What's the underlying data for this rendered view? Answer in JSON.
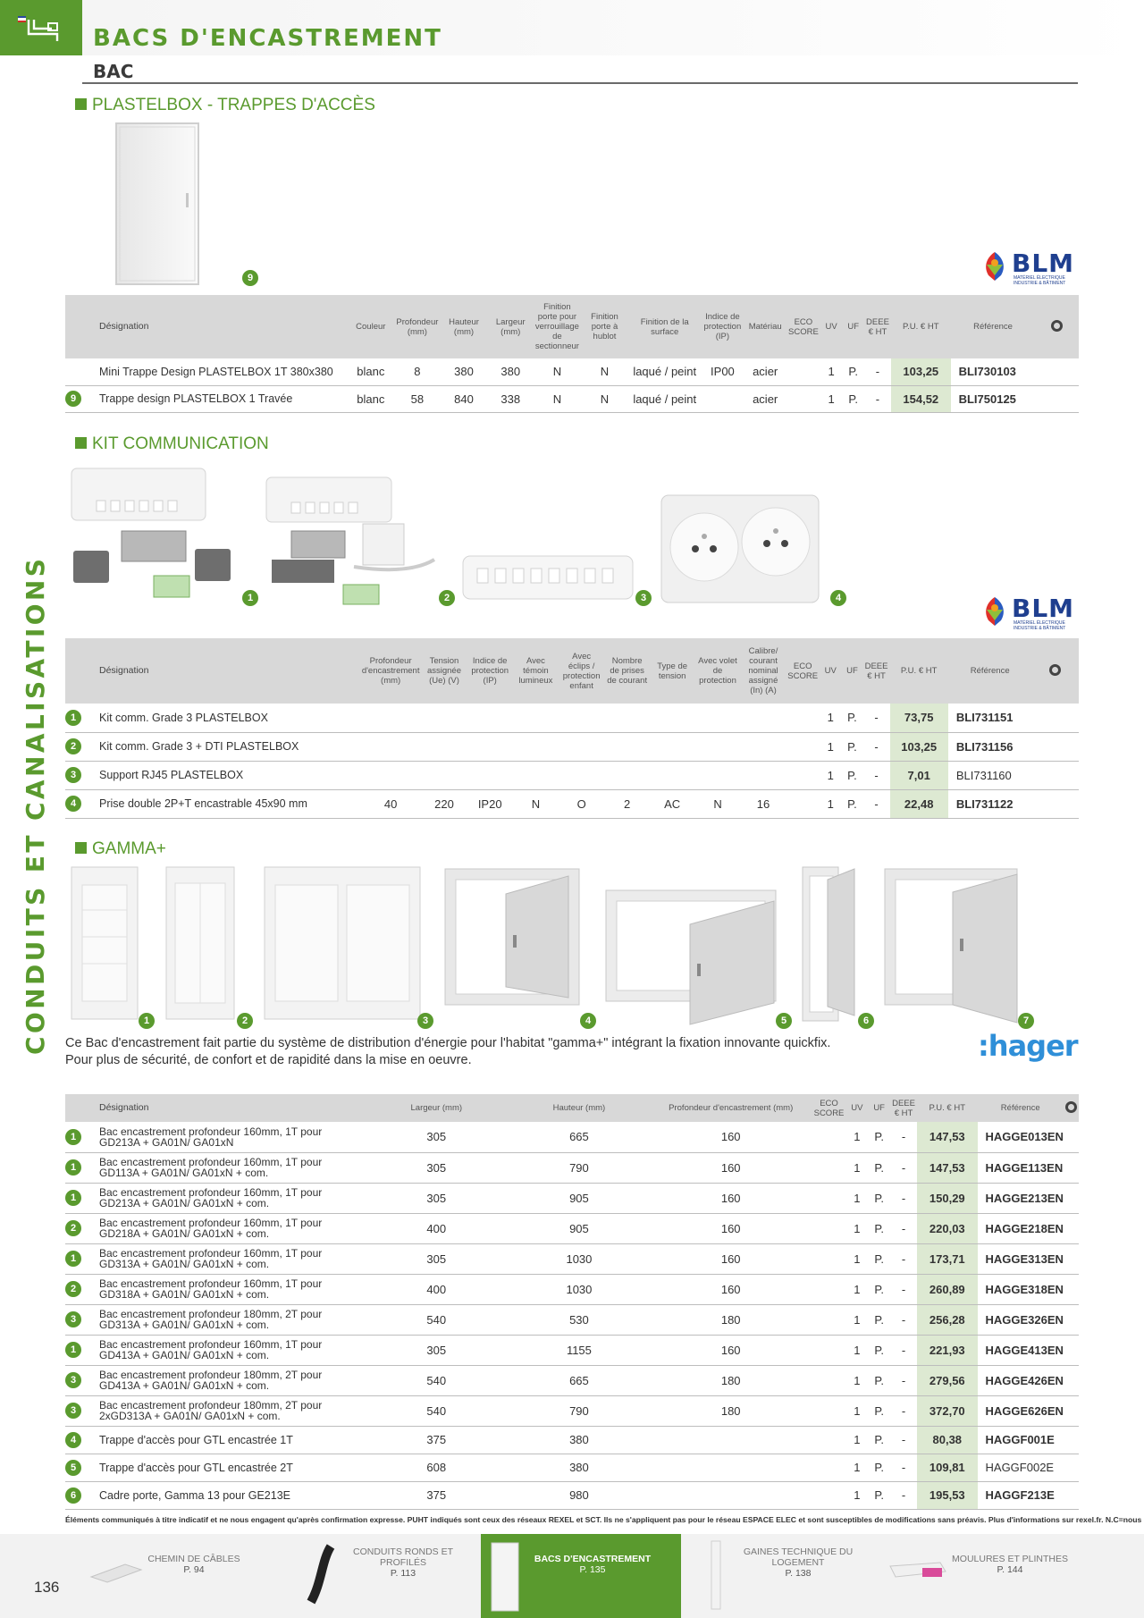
{
  "header": {
    "title": "BACS D'ENCASTREMENT",
    "subtitle": "BAC"
  },
  "side_label": "CONDUITS ET CANALISATIONS",
  "sections": {
    "plastelbox": {
      "title": "PLASTELBOX - TRAPPES D'ACCÈS",
      "image_badges": [
        "9"
      ],
      "headers": [
        "Désignation",
        "Couleur",
        "Profondeur (mm)",
        "Hauteur (mm)",
        "Largeur (mm)",
        "Finition porte pour verrouillage de sectionneur",
        "Finition porte à hublot",
        "Finition de la surface",
        "Indice de protection (IP)",
        "Matériau",
        "ECO SCORE",
        "UV",
        "UF",
        "DEEE € HT",
        "P.U. € HT",
        "Référence"
      ],
      "rows": [
        {
          "badge": "",
          "designation": "Mini Trappe Design PLASTELBOX 1T 380x380",
          "couleur": "blanc",
          "profondeur": "8",
          "hauteur": "380",
          "largeur": "380",
          "verrouillage": "N",
          "hublot": "N",
          "surface": "laqué / peint",
          "ip": "IP00",
          "materiau": "acier",
          "eco": "",
          "uv": "1",
          "uf": "P.",
          "deee": "-",
          "price": "103,25",
          "ref": "BLI730103"
        },
        {
          "badge": "9",
          "designation": "Trappe design PLASTELBOX 1 Travée",
          "couleur": "blanc",
          "profondeur": "58",
          "hauteur": "840",
          "largeur": "338",
          "verrouillage": "N",
          "hublot": "N",
          "surface": "laqué / peint",
          "ip": "",
          "materiau": "acier",
          "eco": "",
          "uv": "1",
          "uf": "P.",
          "deee": "-",
          "price": "154,52",
          "ref": "BLI750125"
        }
      ]
    },
    "kit": {
      "title": "KIT COMMUNICATION",
      "image_badges": [
        "1",
        "2",
        "3",
        "4"
      ],
      "headers": [
        "Désignation",
        "Profondeur d'encastrement (mm)",
        "Tension assignée (Ue) (V)",
        "Indice de protection (IP)",
        "Avec témoin lumineux",
        "Avec éclips / protection enfant",
        "Nombre de prises de courant",
        "Type de tension",
        "Avec volet de protection",
        "Calibre/ courant nominal assigné (In) (A)",
        "ECO SCORE",
        "UV",
        "UF",
        "DEEE € HT",
        "P.U. € HT",
        "Référence"
      ],
      "rows": [
        {
          "badge": "1",
          "designation": "Kit comm. Grade 3 PLASTELBOX",
          "prof": "",
          "tension": "",
          "ip": "",
          "temoin": "",
          "eclips": "",
          "nb": "",
          "type": "",
          "volet": "",
          "calibre": "",
          "eco": "",
          "uv": "1",
          "uf": "P.",
          "deee": "-",
          "price": "73,75",
          "ref": "BLI731151",
          "ref_bold": true
        },
        {
          "badge": "2",
          "designation": "Kit comm. Grade 3 + DTI PLASTELBOX",
          "prof": "",
          "tension": "",
          "ip": "",
          "temoin": "",
          "eclips": "",
          "nb": "",
          "type": "",
          "volet": "",
          "calibre": "",
          "eco": "",
          "uv": "1",
          "uf": "P.",
          "deee": "-",
          "price": "103,25",
          "ref": "BLI731156",
          "ref_bold": true
        },
        {
          "badge": "3",
          "designation": "Support RJ45 PLASTELBOX",
          "prof": "",
          "tension": "",
          "ip": "",
          "temoin": "",
          "eclips": "",
          "nb": "",
          "type": "",
          "volet": "",
          "calibre": "",
          "eco": "",
          "uv": "1",
          "uf": "P.",
          "deee": "-",
          "price": "7,01",
          "ref": "BLI731160",
          "ref_bold": false
        },
        {
          "badge": "4",
          "designation": "Prise double 2P+T encastrable 45x90 mm",
          "prof": "40",
          "tension": "220",
          "ip": "IP20",
          "temoin": "N",
          "eclips": "O",
          "nb": "2",
          "type": "AC",
          "volet": "N",
          "calibre": "16",
          "eco": "",
          "uv": "1",
          "uf": "P.",
          "deee": "-",
          "price": "22,48",
          "ref": "BLI731122",
          "ref_bold": true
        }
      ]
    },
    "gamma": {
      "title": "GAMMA+",
      "image_badges": [
        "1",
        "2",
        "3",
        "4",
        "5",
        "6",
        "7"
      ],
      "description_1": "Ce Bac d'encastrement fait partie du système de distribution d'énergie pour l'habitat \"gamma+\" intégrant la fixation innovante quickfix.",
      "description_2": "Pour plus de sécurité, de confort et de rapidité dans la mise en oeuvre.",
      "headers": [
        "Désignation",
        "Largeur (mm)",
        "Hauteur (mm)",
        "Profondeur d'encastrement (mm)",
        "ECO SCORE",
        "UV",
        "UF",
        "DEEE € HT",
        "P.U. € HT",
        "Référence"
      ],
      "rows": [
        {
          "badge": "1",
          "designation": "Bac encastrement profondeur 160mm, 1T pour GD213A + GA01N/ GA01xN",
          "largeur": "305",
          "hauteur": "665",
          "profondeur": "160",
          "eco": "",
          "uv": "1",
          "uf": "P.",
          "deee": "-",
          "price": "147,53",
          "ref": "HAGGE013EN",
          "ref_bold": true
        },
        {
          "badge": "1",
          "designation": "Bac encastrement profondeur 160mm, 1T pour GD113A + GA01N/ GA01xN + com.",
          "largeur": "305",
          "hauteur": "790",
          "profondeur": "160",
          "eco": "",
          "uv": "1",
          "uf": "P.",
          "deee": "-",
          "price": "147,53",
          "ref": "HAGGE113EN",
          "ref_bold": true
        },
        {
          "badge": "1",
          "designation": "Bac encastrement profondeur 160mm, 1T pour GD213A + GA01N/ GA01xN + com.",
          "largeur": "305",
          "hauteur": "905",
          "profondeur": "160",
          "eco": "",
          "uv": "1",
          "uf": "P.",
          "deee": "-",
          "price": "150,29",
          "ref": "HAGGE213EN",
          "ref_bold": true
        },
        {
          "badge": "2",
          "designation": "Bac encastrement profondeur 160mm, 1T pour GD218A + GA01N/ GA01xN + com.",
          "largeur": "400",
          "hauteur": "905",
          "profondeur": "160",
          "eco": "",
          "uv": "1",
          "uf": "P.",
          "deee": "-",
          "price": "220,03",
          "ref": "HAGGE218EN",
          "ref_bold": true
        },
        {
          "badge": "1",
          "designation": "Bac encastrement profondeur 160mm, 1T  pour GD313A + GA01N/ GA01xN + com.",
          "largeur": "305",
          "hauteur": "1030",
          "profondeur": "160",
          "eco": "",
          "uv": "1",
          "uf": "P.",
          "deee": "-",
          "price": "173,71",
          "ref": "HAGGE313EN",
          "ref_bold": true
        },
        {
          "badge": "2",
          "designation": "Bac encastrement profondeur 160mm, 1T pour GD318A + GA01N/ GA01xN + com.",
          "largeur": "400",
          "hauteur": "1030",
          "profondeur": "160",
          "eco": "",
          "uv": "1",
          "uf": "P.",
          "deee": "-",
          "price": "260,89",
          "ref": "HAGGE318EN",
          "ref_bold": true
        },
        {
          "badge": "3",
          "designation": "Bac encastrement profondeur 180mm, 2T pour GD313A + GA01N/ GA01xN + com.",
          "largeur": "540",
          "hauteur": "530",
          "profondeur": "180",
          "eco": "",
          "uv": "1",
          "uf": "P.",
          "deee": "-",
          "price": "256,28",
          "ref": "HAGGE326EN",
          "ref_bold": true
        },
        {
          "badge": "1",
          "designation": "Bac encastrement profondeur 160mm, 1T pour GD413A + GA01N/ GA01xN + com.",
          "largeur": "305",
          "hauteur": "1155",
          "profondeur": "160",
          "eco": "",
          "uv": "1",
          "uf": "P.",
          "deee": "-",
          "price": "221,93",
          "ref": "HAGGE413EN",
          "ref_bold": true
        },
        {
          "badge": "3",
          "designation": "Bac encastrement profondeur 180mm, 2T pour GD413A + GA01N/ GA01xN + com.",
          "largeur": "540",
          "hauteur": "665",
          "profondeur": "180",
          "eco": "",
          "uv": "1",
          "uf": "P.",
          "deee": "-",
          "price": "279,56",
          "ref": "HAGGE426EN",
          "ref_bold": true
        },
        {
          "badge": "3",
          "designation": "Bac encastrement profondeur 180mm, 2T pour 2xGD313A + GA01N/ GA01xN + com.",
          "largeur": "540",
          "hauteur": "790",
          "profondeur": "180",
          "eco": "",
          "uv": "1",
          "uf": "P.",
          "deee": "-",
          "price": "372,70",
          "ref": "HAGGE626EN",
          "ref_bold": true
        },
        {
          "badge": "4",
          "designation": "Trappe d'accès pour GTL encastrée 1T",
          "largeur": "375",
          "hauteur": "380",
          "profondeur": "",
          "eco": "",
          "uv": "1",
          "uf": "P.",
          "deee": "-",
          "price": "80,38",
          "ref": "HAGGF001E",
          "ref_bold": true
        },
        {
          "badge": "5",
          "designation": "Trappe d'accès pour GTL encastrée 2T",
          "largeur": "608",
          "hauteur": "380",
          "profondeur": "",
          "eco": "",
          "uv": "1",
          "uf": "P.",
          "deee": "-",
          "price": "109,81",
          "ref": "HAGGF002E",
          "ref_bold": false
        },
        {
          "badge": "6",
          "designation": "Cadre porte, Gamma 13 pour GE213E",
          "largeur": "375",
          "hauteur": "980",
          "profondeur": "",
          "eco": "",
          "uv": "1",
          "uf": "P.",
          "deee": "-",
          "price": "195,53",
          "ref": "HAGGF213E",
          "ref_bold": true
        }
      ]
    }
  },
  "brands": {
    "blm": {
      "name": "BLM",
      "tagline": "MATÉRIEL ÉLECTRIQUE INDUSTRIE & BÂTIMENT"
    },
    "hager": ":hager"
  },
  "footnote": "Éléments communiqués à titre indicatif et ne nous engagent qu'après confirmation expresse. PUHT indiqués sont ceux des réseaux REXEL et SCT. Ils ne s'appliquent pas pour le réseau ESPACE ELEC et sont susceptibles de modifications sans préavis. Plus d'informations sur rexel.fr. N.C=nous consulter.",
  "footer": {
    "page_number": "136",
    "nav": [
      {
        "label": "CHEMIN DE CÂBLES",
        "page": "P. 94",
        "active": false
      },
      {
        "label": "CONDUITS RONDS ET PROFILÉS",
        "page": "P. 113",
        "active": false
      },
      {
        "label": "BACS D'ENCASTREMENT",
        "page": "P. 135",
        "active": true
      },
      {
        "label": "GAINES TECHNIQUE DU LOGEMENT",
        "page": "P. 138",
        "active": false
      },
      {
        "label": "MOULURES ET PLINTHES",
        "page": "P. 144",
        "active": false
      }
    ]
  },
  "colors": {
    "brand_green": "#5a9a2e",
    "price_bg": "#dde9d2",
    "header_bg": "#d8d8d8",
    "blm_blue": "#1f3f8f",
    "hager_blue": "#2f8fd8"
  }
}
